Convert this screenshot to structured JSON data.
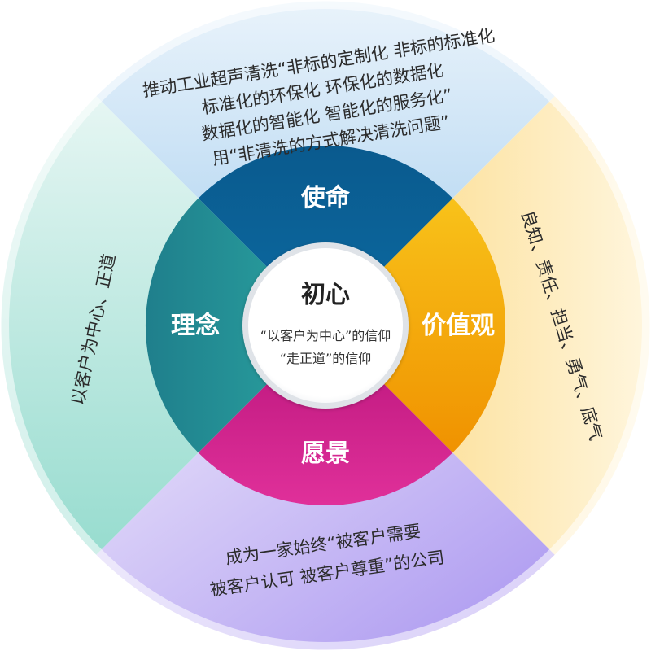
{
  "center": {
    "title": "初心",
    "lines": [
      "“以客户为中心”的信仰",
      "“走正道”的信仰"
    ]
  },
  "quadrants": {
    "top": {
      "label": "使命",
      "text_lines": [
        "推动工业超声清洗“非标的定制化 非标的标准化",
        "标准化的环保化 环保化的数据化",
        "数据化的智能化 智能化的服务化”",
        "用“非清洗的方式解决清洗问题”"
      ]
    },
    "right": {
      "label": "价值观",
      "text": "良知、责任、担当、勇气、底气"
    },
    "bottom": {
      "label": "愿景",
      "text_lines": [
        "成为一家始终“被客户需要",
        "被客户认可 被客户尊重”的公司"
      ]
    },
    "left": {
      "label": "理念",
      "text": "以客户为中心、正道"
    }
  },
  "colors": {
    "top_inner": "#0b5f92",
    "right_inner": "#f5a400",
    "bottom_inner": "#c4187c",
    "left_inner": "#1f8d92",
    "top_outer": "#a9d0ef",
    "right_outer": "#fbd77e",
    "bottom_outer": "#b5a6ee",
    "left_outer": "#9fe0d8"
  }
}
